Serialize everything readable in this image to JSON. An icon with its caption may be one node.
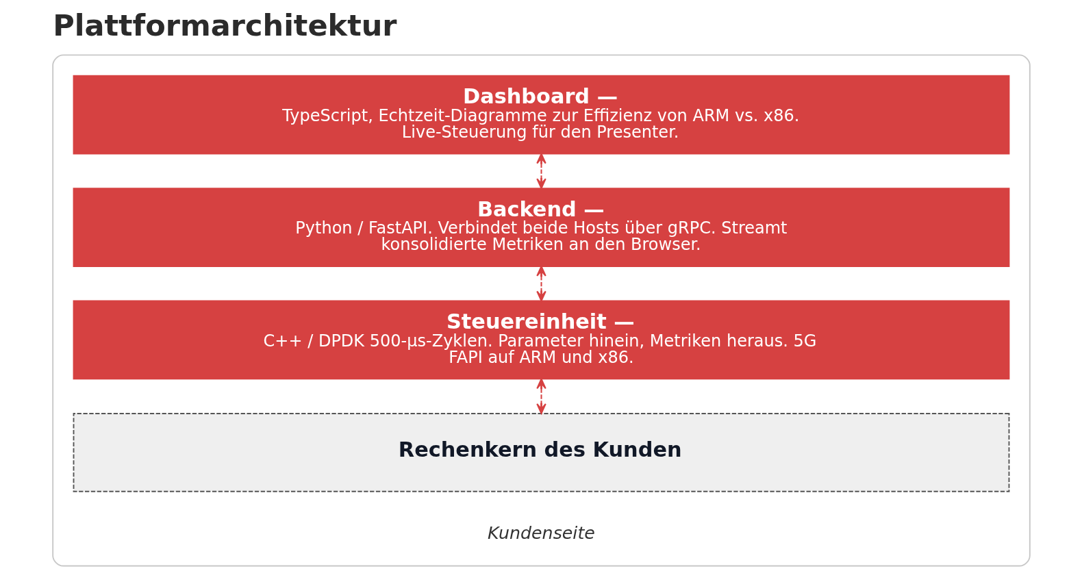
{
  "diagram": {
    "title": "Plattformarchitektur",
    "nodes": [
      {
        "text": [],
        "shape": "box"
      },
      {
        "text": [
          "Dashboard —",
          "TypeScript, Echtzeit-Diagramme zur Effizienz von ARM vs. x86. Live-Steuerung für den Presenter."
        ],
        "in": 0
      },
      {
        "text": [
          "Backend —",
          "Python / FastAPI. Verbindet beide Hosts über gRPC. Streamt konsolidierte Metriken an den Browser."
        ],
        "in": 0
      },
      {
        "text": [
          "Steuereinheit —",
          "C++ / DPDK 500-µs-Zyklen. Parameter hinein, Metriken heraus. 5G FAPI auf ARM und x86."
        ],
        "in": 0
      },
      {
        "text": [
          "Rechenkern des Kunden"
        ],
        "in": 0,
        "beside": [
          "Kundenseite"
        ]
      }
    ],
    "edges": [
      {
        "from": 1,
        "to": 2,
        "arrow": "both",
        "style": "dashed"
      },
      {
        "from": 2,
        "to": 3,
        "arrow": "both",
        "style": "dashed"
      },
      {
        "from": 3,
        "to": 4,
        "arrow": "both",
        "style": "dashed"
      }
    ]
  }
}
